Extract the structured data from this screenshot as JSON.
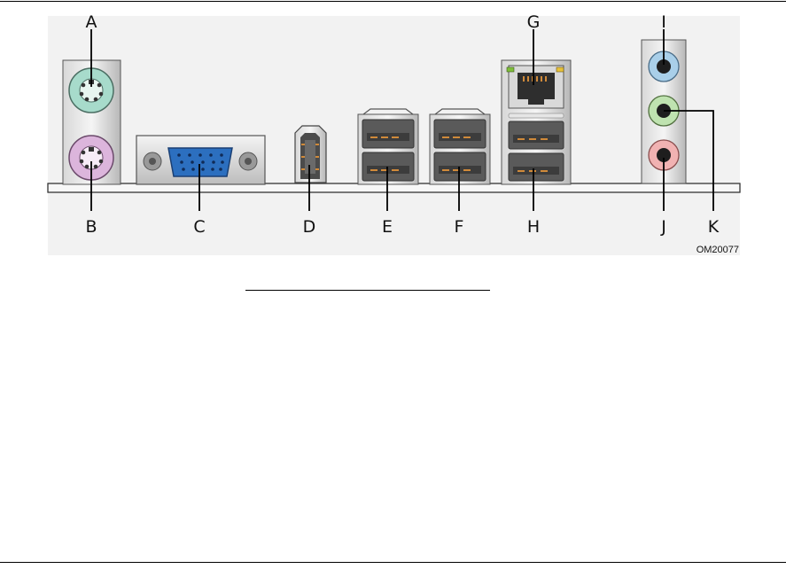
{
  "figure": {
    "figure_id": "OM20077",
    "callouts": [
      "A",
      "B",
      "C",
      "D",
      "E",
      "F",
      "G",
      "H",
      "I",
      "J",
      "K"
    ]
  },
  "colors": {
    "panel_bg": "#f2f2f2",
    "ps2_mouse": "#a7dbcb",
    "ps2_keyboard": "#dcb5dc",
    "vga": "#2c6fbf",
    "audio_blue": "#a9cfe9",
    "audio_green": "#bfe3b0",
    "audio_pink": "#f1b2b2",
    "led_green": "#7fbf3a",
    "led_yellow": "#e8c23a"
  }
}
